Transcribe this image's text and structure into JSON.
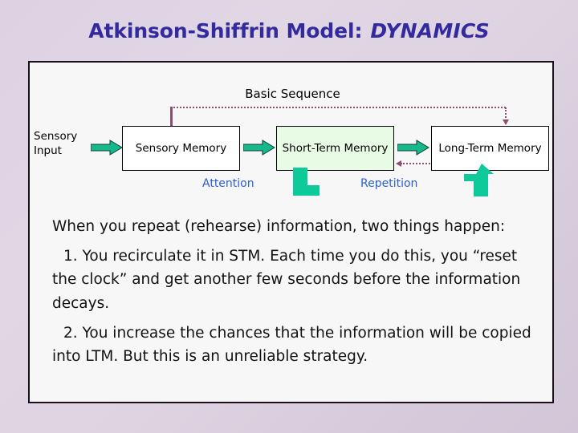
{
  "slide": {
    "title_plain": "Atkinson-Shiffrin Model:",
    "title_italic": "DYNAMICS",
    "title_color": "#332a9e",
    "background_color": "#ded2e2",
    "panel_background": "#f7f7f7",
    "panel_border_color": "#000000"
  },
  "diagram": {
    "caption": "Basic Sequence",
    "input_label": "Sensory Input",
    "boxes": [
      {
        "id": "sensory-memory",
        "label": "Sensory Memory",
        "fill": "#ffffff"
      },
      {
        "id": "short-term-memory",
        "label": "Short-Term Memory",
        "fill": "#e8fbe4"
      },
      {
        "id": "long-term-memory",
        "label": "Long-Term Memory",
        "fill": "#ffffff"
      }
    ],
    "process_labels": [
      {
        "id": "attention",
        "text": "Attention",
        "color": "#2a5fd9"
      },
      {
        "id": "repetition",
        "text": "Repetition",
        "color": "#2a5fd9"
      }
    ],
    "arrow_color": "#0ec99a",
    "feedback_line_color": "#8b4f72",
    "flow_arrows": [
      {
        "from": "sensory-input",
        "to": "sensory-memory"
      },
      {
        "from": "sensory-memory",
        "to": "short-term-memory"
      },
      {
        "from": "short-term-memory",
        "to": "long-term-memory"
      }
    ],
    "feedback_arrows": [
      {
        "from": "sensory-memory",
        "to": "long-term-memory",
        "style": "dotted"
      },
      {
        "from": "long-term-memory",
        "to": "short-term-memory",
        "style": "dotted"
      }
    ]
  },
  "body": {
    "paragraphs": [
      "When you repeat (rehearse) information, two things happen:",
      "1.  You recirculate it in STM.  Each time you do this, you “reset the clock” and get another few seconds before the information decays.",
      "2.  You increase the chances that the information will be copied into LTM.  But this is an unreliable strategy."
    ]
  }
}
